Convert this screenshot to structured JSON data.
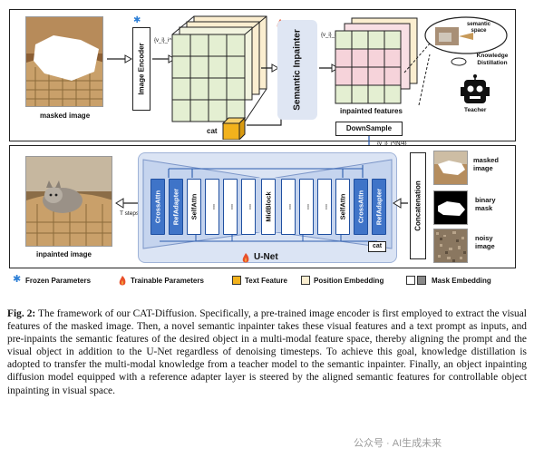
{
  "top_panel": {
    "masked_image_label": "masked image",
    "image_encoder_label": "Image Encoder",
    "semantic_inpainter_label": "Semantic Inpainter",
    "cat_label": "cat",
    "inpainted_features_label": "inpainted features",
    "downsample_label": "DownSample",
    "semantic_space_label": "semantic space",
    "knowledge_distillation_label": "Knowledge Distillation",
    "teacher_label": "Teacher",
    "feature_sub_top": "{v_i}_i^N",
    "feature_sub_inpainted": "{v_i}_i^N",
    "downsample_sub": "{v_i}_i^{N/4}"
  },
  "bottom_panel": {
    "inpainted_image_label": "inpainted image",
    "t_steps_label": "T steps",
    "unet_label": "U-Net",
    "cat_label": "cat",
    "concatenation_label": "Concatenation",
    "masked_image_label": "masked image",
    "binary_mask_label": "binary mask",
    "noisy_image_label": "noisy image",
    "blocks": [
      "CrossAttn",
      "RefAdapter",
      "SelfAttn",
      "...",
      "...",
      "...",
      "MidBlock",
      "...",
      "...",
      "...",
      "SelfAttn",
      "CrossAttn",
      "RefAdapter"
    ]
  },
  "legend": {
    "frozen": "Frozen Parameters",
    "trainable": "Trainable Parameters",
    "text_feature": "Text Feature",
    "position_embedding": "Position Embedding",
    "mask_embedding": "Mask Embedding"
  },
  "caption": {
    "figure_ref": "Fig. 2:",
    "text": "The framework of our CAT-Diffusion. Specifically, a pre-trained image encoder is first employed to extract the visual features of the masked image. Then, a novel semantic inpainter takes these visual features and a text prompt as inputs, and pre-inpaints the semantic features of the desired object in a multi-modal feature space, thereby aligning the prompt and the visual object in addition to the U-Net regardless of denoising timesteps. To achieve this goal, knowledge distillation is adopted to transfer the multi-modal knowledge from a teacher model to the semantic inpainter. Finally, an object inpainting diffusion model equipped with a reference adapter layer is steered by the aligned semantic features for controllable object inpainting in visual space."
  },
  "watermark": "公众号 · AI生成未来",
  "colors": {
    "text_feature": "#f2b21c",
    "position_embedding": "#fbeed0",
    "unet_bg": "#c5d4ee",
    "block_blue": "#3f74c8",
    "inpainter_bg": "#dfe6f3",
    "trainable_flame": "#e8502a",
    "frozen_snow": "#2d7fd6"
  }
}
